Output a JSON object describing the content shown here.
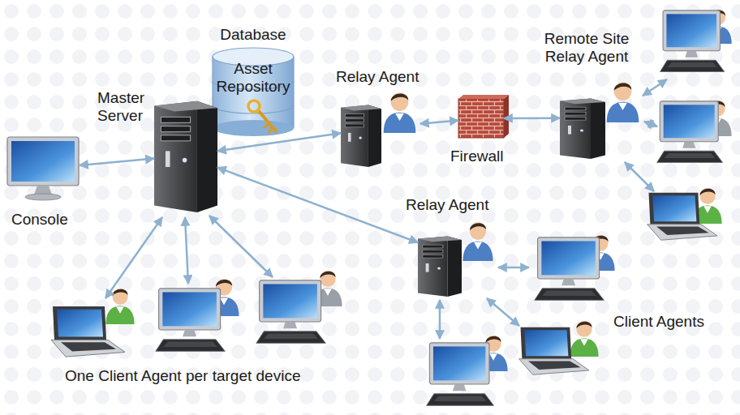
{
  "diagram": {
    "nodes": [
      {
        "text": [
          "Console"
        ]
      },
      {
        "text": [
          "Master Server"
        ]
      },
      {
        "text": [
          "Database",
          "Asset Repository"
        ]
      },
      {
        "text": [
          "Relay Agent"
        ]
      },
      {
        "text": [
          "Firewall"
        ]
      },
      {
        "text": [
          "Remote Site Relay Agent"
        ]
      },
      {
        "text": [
          "Relay Agent"
        ]
      }
    ],
    "edges": [
      {
        "from": 0,
        "to": 1,
        "arrow": "both"
      },
      {
        "from": 1,
        "to": 3,
        "arrow": "both"
      },
      {
        "from": 3,
        "to": 4,
        "arrow": "both"
      },
      {
        "from": 4,
        "to": 5,
        "arrow": "both"
      },
      {
        "from": 1,
        "to": 6,
        "arrow": "both"
      }
    ],
    "labels": [
      "Client Agents",
      "One Client Agent per target device"
    ]
  }
}
